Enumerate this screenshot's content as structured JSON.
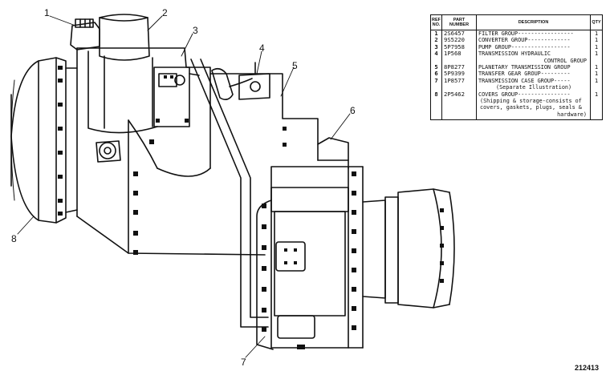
{
  "callouts": [
    "1",
    "2",
    "3",
    "4",
    "5",
    "6",
    "7",
    "8"
  ],
  "table": {
    "headers": {
      "ref": "REF NO.",
      "part": "PART NUMBER",
      "desc": "DESCRIPTION",
      "qty": "QTY"
    },
    "rows": [
      {
        "ref": "1",
        "part": "2S6457",
        "desc": "FILTER GROUP-----------------",
        "qty": "1"
      },
      {
        "ref": "2",
        "part": "9S5220",
        "desc": "CONVERTER GROUP-------------",
        "qty": "1"
      },
      {
        "ref": "3",
        "part": "5P7958",
        "desc": "PUMP GROUP------------------",
        "qty": "1"
      },
      {
        "ref": "4",
        "part": "1P568",
        "desc": "TRANSMISSION HYDRAULIC",
        "desc2": "CONTROL GROUP",
        "qty": "1"
      },
      {
        "ref": "5",
        "part": "8P8277",
        "desc": "PLANETARY TRANSMISSION GROUP",
        "qty": "1"
      },
      {
        "ref": "6",
        "part": "5P9399",
        "desc": "TRANSFER GEAR GROUP---------",
        "qty": "1"
      },
      {
        "ref": "7",
        "part": "1P8577",
        "desc": "TRANSMISSION CASE GROUP-----",
        "desc2": "(Separate Illustration)",
        "qty": "1"
      },
      {
        "ref": "8",
        "part": "2P5462",
        "desc": "COVERS GROUP----------------",
        "desc2": "(Shipping & storage-consists of",
        "desc3": "covers, gaskets, plugs, seals &",
        "desc4": "hardware)",
        "qty": "1"
      }
    ]
  },
  "drawing_number": "212413"
}
